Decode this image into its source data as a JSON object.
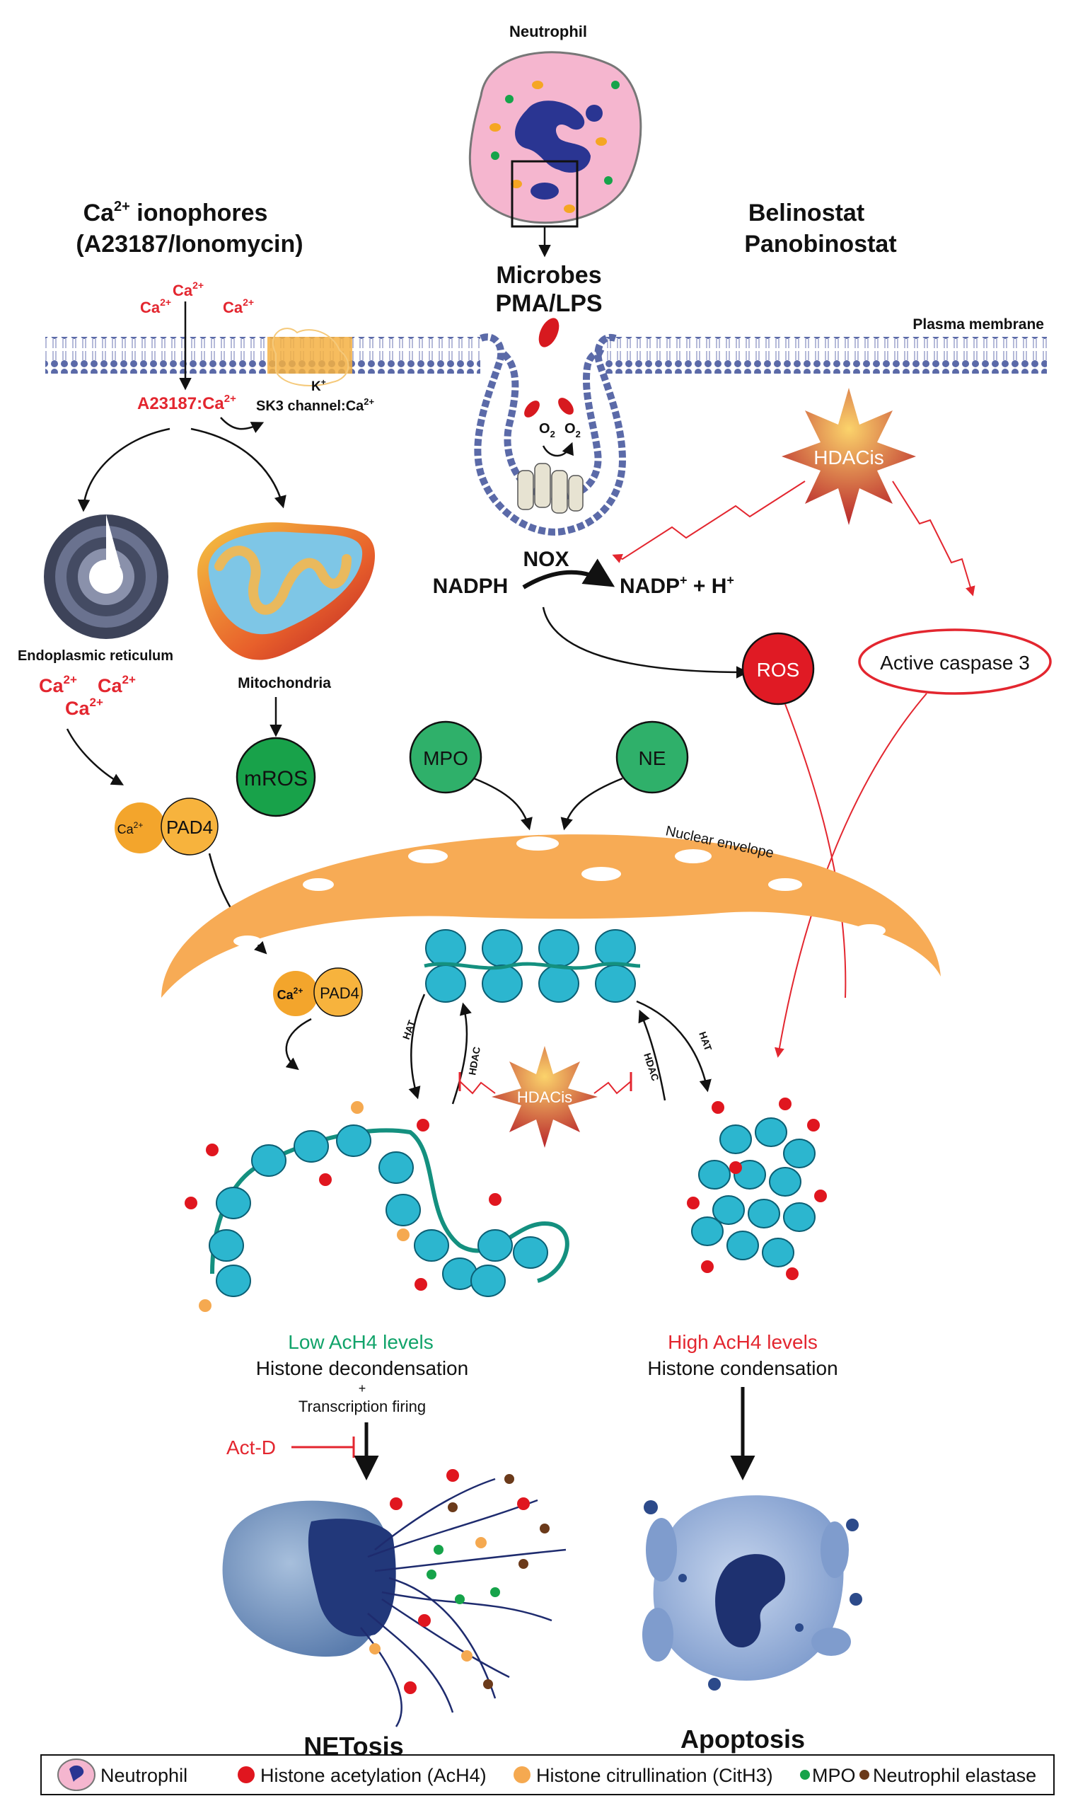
{
  "labels": {
    "neutrophil_top": "Neutrophil",
    "ionophore_title_1": "Ca",
    "ionophore_title_1_sup": "2+",
    "ionophore_title_1_rest": " ionophores",
    "ionophore_title_2": "(A23187/Ionomycin)",
    "hdac_drugs_1": "Belinostat",
    "hdac_drugs_2": "Panobinostat",
    "microbes": "Microbes",
    "pma_lps": "PMA/LPS",
    "plasma_membrane": "Plasma membrane",
    "ca": "Ca",
    "ca_sup": "2+",
    "k_plus": "K",
    "k_sup": "+",
    "a23187_ca": "A23187:Ca",
    "sk3": "SK3 channel:Ca",
    "o2": "O",
    "o2_sub": "2",
    "hdacis": "HDACis",
    "nox": "NOX",
    "nadph": "NADPH",
    "nadp": "NADP",
    "nadp_rest": " + H",
    "plus_sup": "+",
    "er": "Endoplasmic reticulum",
    "mito": "Mitochondria",
    "ros": "ROS",
    "caspase": "Active caspase 3",
    "mros": "mROS",
    "mpo": "MPO",
    "ne": "NE",
    "pad4": "PAD4",
    "nuclear_envelope": "Nuclear envelope",
    "hat": "HAT",
    "hdac": "HDAC",
    "low_ach4": "Low AcH4 levels",
    "decondensation": "Histone decondensation",
    "plus": "+",
    "transcription": "Transcription firing",
    "high_ach4": "High AcH4 levels",
    "condensation": "Histone condensation",
    "actd": "Act-D",
    "netosis": "NETosis",
    "apoptosis": "Apoptosis"
  },
  "legend": {
    "neutrophil": "Neutrophil",
    "acetylation": "Histone acetylation (AcH4)",
    "citrullination": "Histone citrullination (CitH3)",
    "mpo": "MPO",
    "elastase": "Neutrophil elastase"
  },
  "colors": {
    "red": "#e3262f",
    "green_text": "#11a36a",
    "membrane": "#5b6aa8",
    "envelope": "#f7ab55",
    "mpo_circle": "#2fb06a",
    "pad4": "#f3a52c",
    "nucleosome": "#2cb6cf"
  },
  "icons": [
    "neutrophil-icon",
    "hdacis-star-icon",
    "nox-channel-icon",
    "er-icon",
    "mitochondria-icon",
    "chromatin-icon",
    "netosis-cell-icon",
    "apoptotic-cell-icon"
  ]
}
